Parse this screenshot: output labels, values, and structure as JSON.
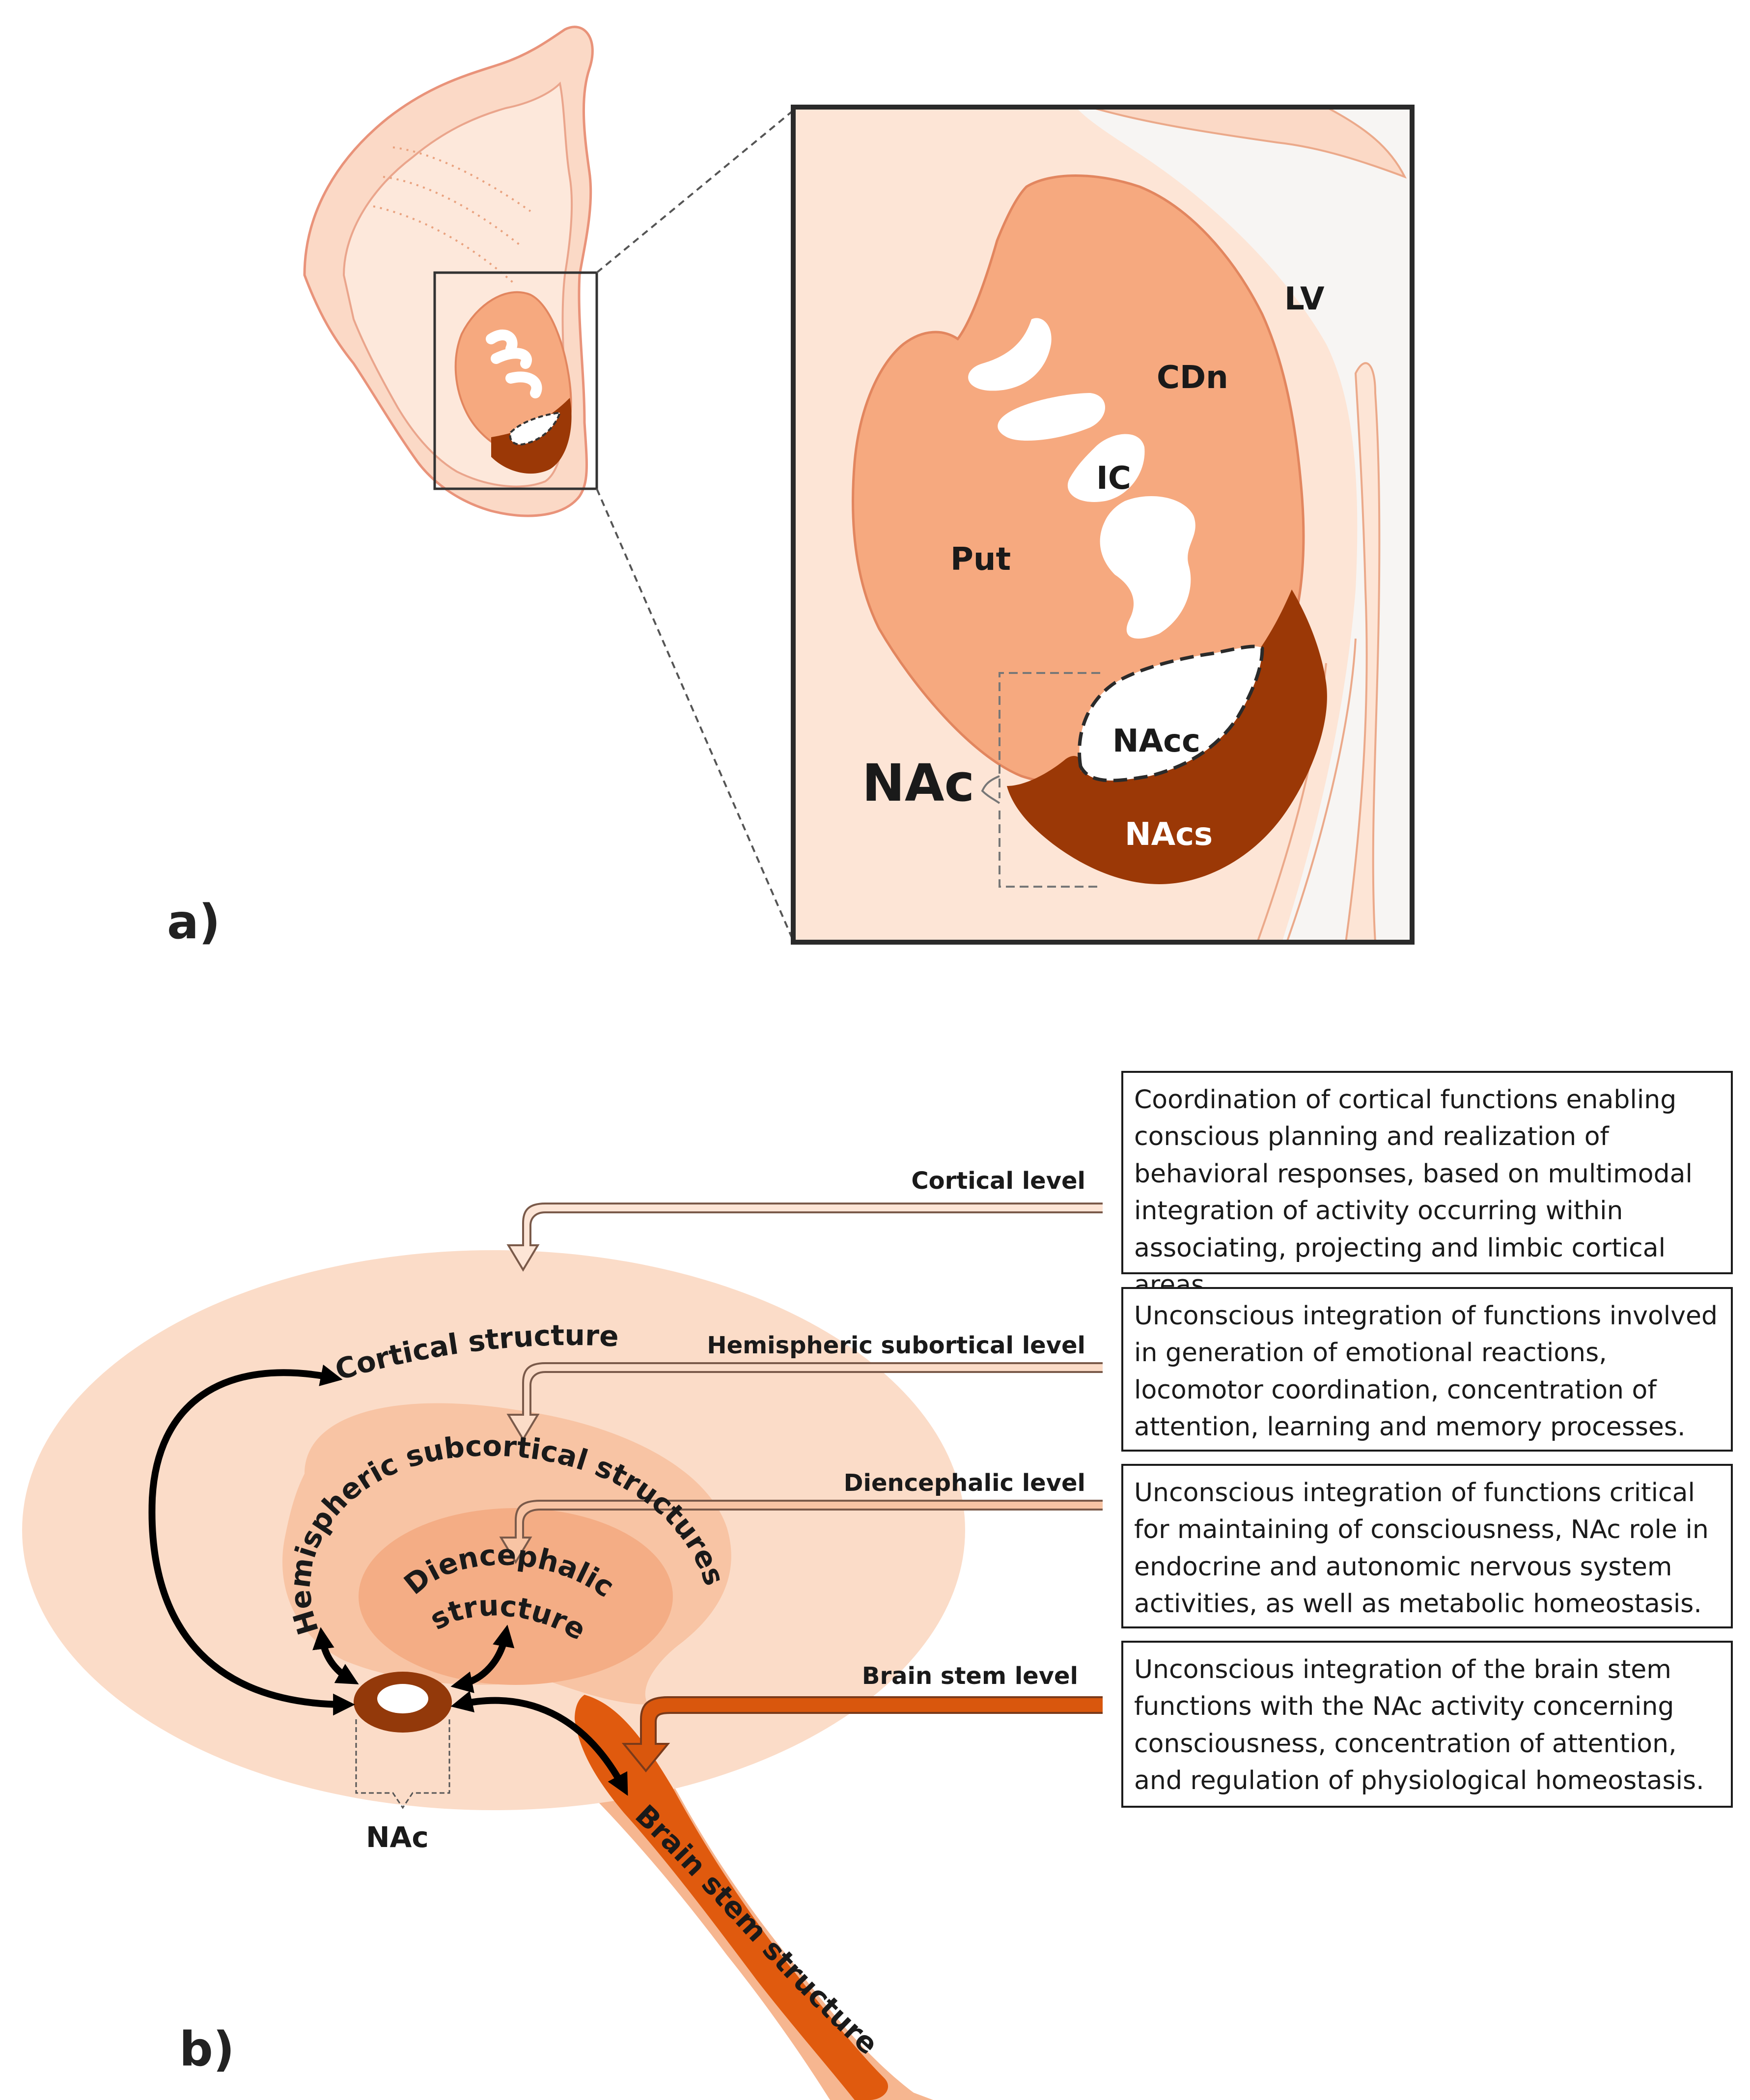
{
  "panel_a": {
    "label": "a)",
    "regions": {
      "lv": "LV",
      "cdn": "CDn",
      "ic": "IC",
      "put": "Put",
      "nacc": "NAcc",
      "nacs": "NAcs",
      "nac": "NAc"
    }
  },
  "panel_b": {
    "label": "b)",
    "structures": {
      "cortical": "Cortical structures",
      "hemispheric": "Hemispheric subcortical structures",
      "diencephalic_line1": "Diencephalic",
      "diencephalic_line2": "structures",
      "brain_stem": "Brain stem structures",
      "nac": "NAc"
    },
    "levels": [
      {
        "label": "Cortical level",
        "description": "Coordination of cortical functions enabling conscious planning and realization of behavioral responses, based on multimodal integration of activity occurring within associating, projecting and limbic cortical areas."
      },
      {
        "label": "Hemispheric subortical level",
        "description": "Unconscious integration of functions involved in generation of emotional reactions, locomotor coordination, concentration of attention, learning and memory processes."
      },
      {
        "label": "Diencephalic level",
        "description": "Unconscious integration of functions critical for maintaining of consciousness, NAc role in endocrine and autonomic nervous system activities, as well as metabolic homeostasis."
      },
      {
        "label": "Brain stem level",
        "description": "Unconscious integration of the brain stem functions with the NAc activity concerning consciousness, concentration of attention, and regulation of physiological homeostasis."
      }
    ]
  },
  "colors": {
    "skin_light": "#fde5d6",
    "skin_mid": "#f9cdb4",
    "striatum": "#f6a97f",
    "striatum_outline": "#e2865f",
    "nacs": "#9b3806",
    "cortex_outer": "#fbdcc8",
    "hemispheric": "#f8c4a4",
    "diencephalic": "#f4ad85",
    "brainstem": "#e05a0e",
    "brainstem_outer": "#f6b690",
    "nac_ring": "#93390a"
  }
}
